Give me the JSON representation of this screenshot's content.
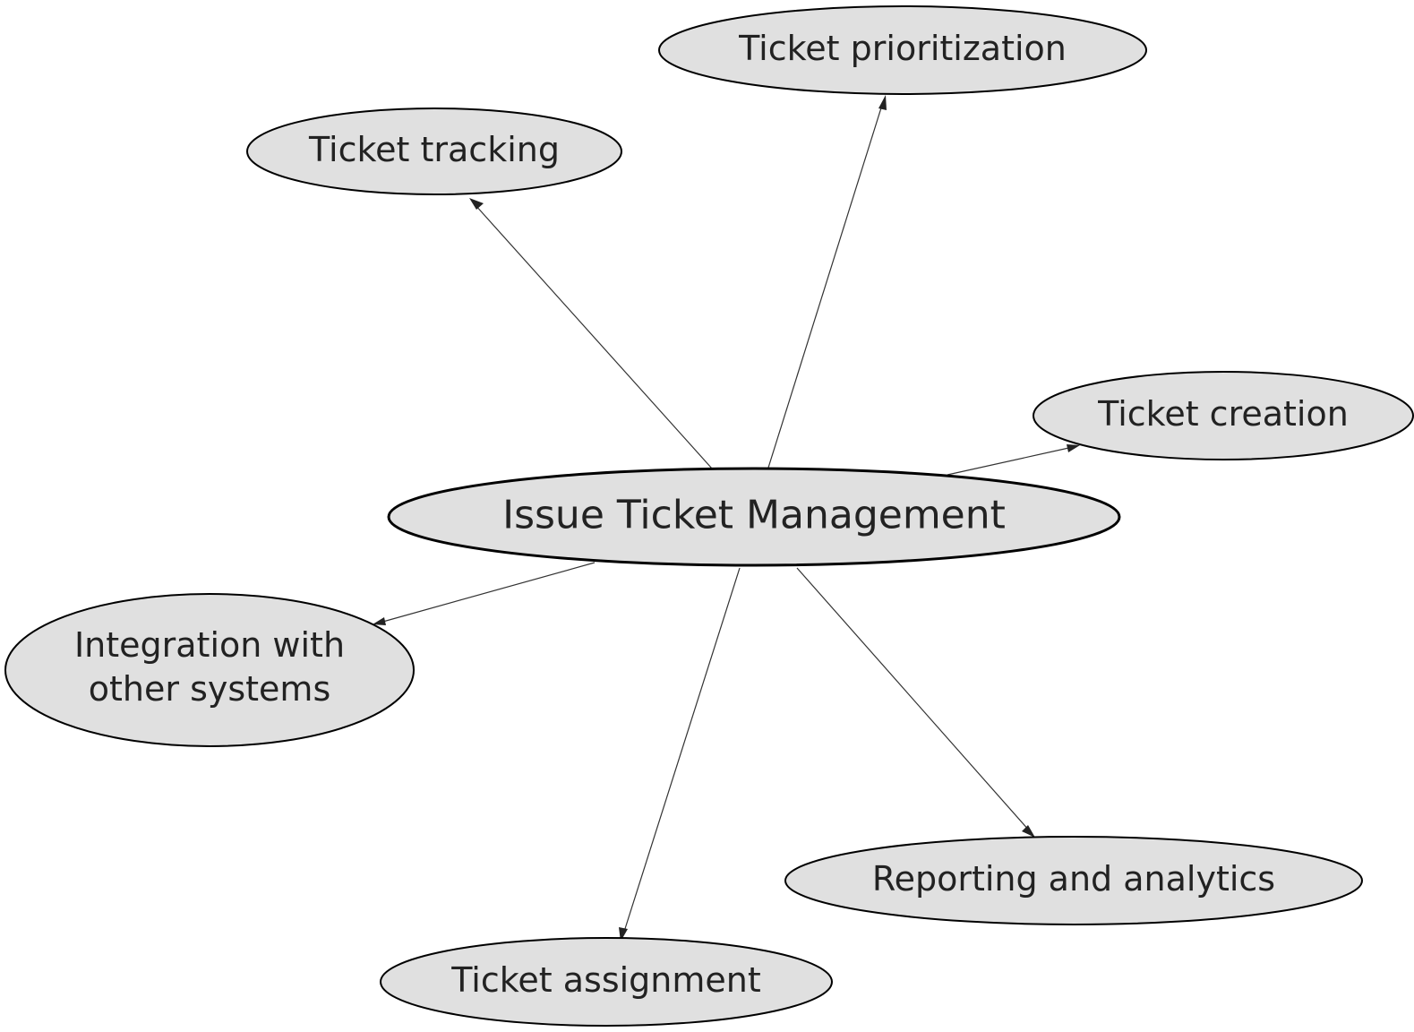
{
  "center": {
    "label": "Issue Ticket Management"
  },
  "nodes": {
    "tracking": {
      "label": "Ticket tracking"
    },
    "prioritization": {
      "label": "Ticket prioritization"
    },
    "creation": {
      "label": "Ticket creation"
    },
    "integration": {
      "line1": "Integration with",
      "line2": "other systems"
    },
    "reporting": {
      "label": "Reporting and analytics"
    },
    "assignment": {
      "label": "Ticket assignment"
    }
  },
  "colors": {
    "node_fill": "#e0e0e0",
    "node_stroke": "#000000",
    "edge": "#333333",
    "text": "#222222"
  }
}
